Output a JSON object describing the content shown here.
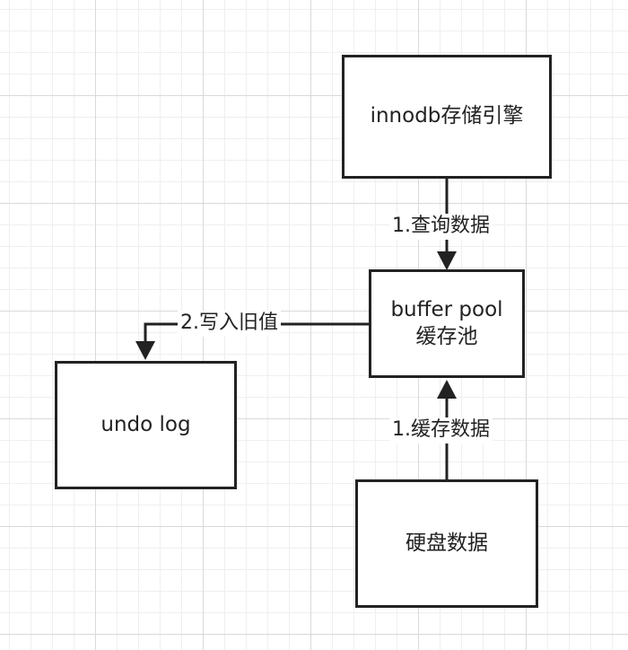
{
  "nodes": {
    "innodb": {
      "label": "innodb存储引擎"
    },
    "buffer_pool": {
      "line1": "buffer pool",
      "line2": "缓存池"
    },
    "undo_log": {
      "label": "undo log"
    },
    "disk": {
      "label": "硬盘数据"
    }
  },
  "edges": {
    "query": {
      "label": "1.查询数据"
    },
    "write_old": {
      "label": "2.写入旧值"
    },
    "cache": {
      "label": "1.缓存数据"
    }
  }
}
